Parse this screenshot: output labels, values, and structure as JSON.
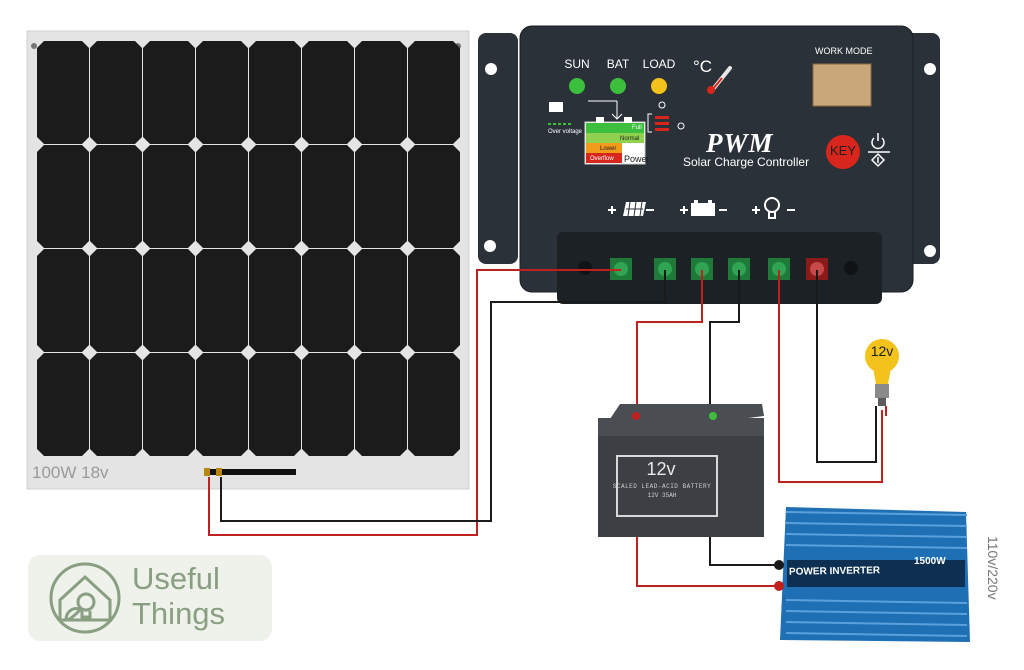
{
  "solar_panel": {
    "label": "100W 18v"
  },
  "controller": {
    "title": "PWM",
    "subtitle": "Solar Charge Controller",
    "indicators": [
      {
        "label": "SUN",
        "color": "#3cbf3c"
      },
      {
        "label": "BAT",
        "color": "#3cbf3c"
      },
      {
        "label": "LOAD",
        "color": "#f3c21b"
      }
    ],
    "temperature_symbol": "°C",
    "work_mode_label": "WORK MODE",
    "key_label": "KEY",
    "status_panel": {
      "over_voltage": "Over voltage",
      "full": "Full",
      "normal": "Normal",
      "lower": "Lower",
      "overflow": "Overflow",
      "power": "Power"
    },
    "terminal_groups": [
      "solar-panel-icon",
      "battery-icon",
      "bulb-icon"
    ],
    "key_color": "#d9261c",
    "display_color": "#c9a77a"
  },
  "bulb": {
    "label": "12v"
  },
  "battery": {
    "voltage": "12v",
    "type": "SCALED LEAD-ACID BATTERY",
    "rating": "12V 35AH"
  },
  "inverter": {
    "title": "POWER INVERTER",
    "rating": "1500W",
    "output": "110v/220v",
    "color": "#1f6fb5"
  },
  "brand": {
    "line1": "Useful",
    "line2": "Things",
    "color": "#8a9e82"
  },
  "wire_colors": {
    "positive": "#c0201e",
    "negative": "#1a1a1a"
  }
}
